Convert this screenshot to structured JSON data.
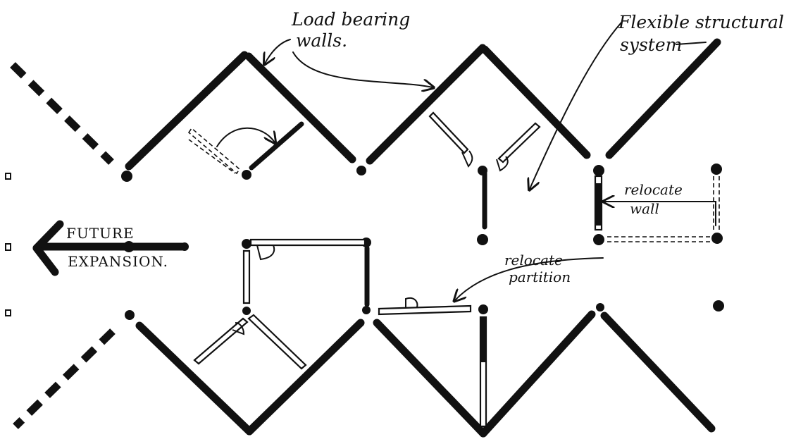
{
  "colors": {
    "ink": "#111111",
    "background": "#ffffff"
  },
  "annotations": {
    "load_bearing_line1": "Load bearing",
    "load_bearing_line2": "walls.",
    "flexible_line1": "Flexible structural",
    "flexible_line2": "system",
    "relocate_wall_line1": "relocate",
    "relocate_wall_line2": "wall",
    "relocate_partition_line1": "relocate",
    "relocate_partition_line2": "partition",
    "future_line1": "FUTURE",
    "future_line2": "EXPANSION."
  }
}
